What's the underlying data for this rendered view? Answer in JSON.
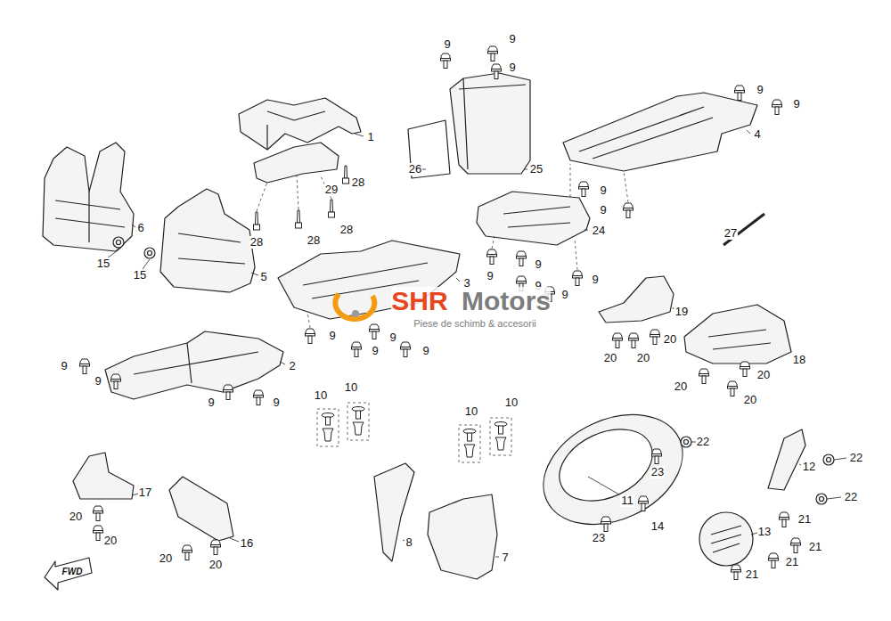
{
  "diagram": {
    "labels": [
      "9",
      "9",
      "9",
      "9",
      "9",
      "1",
      "4",
      "26",
      "25",
      "28",
      "29",
      "6",
      "9",
      "9",
      "28",
      "28",
      "28",
      "27",
      "24",
      "15",
      "15",
      "5",
      "3",
      "9",
      "9",
      "9",
      "9",
      "9",
      "SHR",
      "Motors",
      "Piese de schimb & accesorii",
      "19",
      "9",
      "9",
      "9",
      "9",
      "20",
      "20",
      "20",
      "18",
      "20",
      "20",
      "20",
      "2",
      "9",
      "9",
      "9",
      "9",
      "10",
      "10",
      "10",
      "10",
      "22",
      "22",
      "12",
      "23",
      "17",
      "22",
      "11",
      "20",
      "14",
      "13",
      "21",
      "20",
      "23",
      "16",
      "8",
      "21",
      "7",
      "20",
      "21",
      "20",
      "21",
      "FWD"
    ]
  }
}
